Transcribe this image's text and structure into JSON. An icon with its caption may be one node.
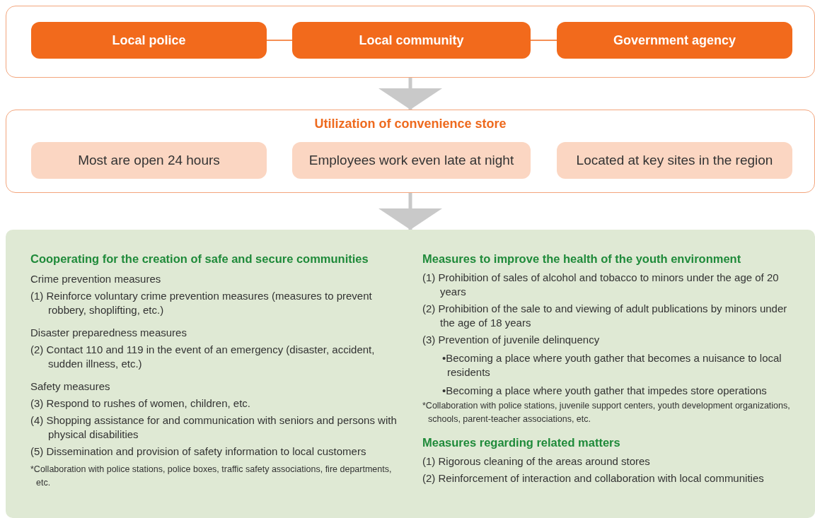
{
  "diagram": {
    "nodes": [
      {
        "text": [],
        "shape": "box"
      },
      {
        "text": [
          "Local police"
        ],
        "in": 0
      },
      {
        "text": [
          "Local community"
        ],
        "in": 0
      },
      {
        "text": [
          "Government agency"
        ],
        "in": 0
      },
      {
        "text": [
          "Utilization of convenience store"
        ]
      },
      {
        "text": [
          "Most are open 24 hours"
        ],
        "in": 4
      },
      {
        "text": [
          "Employees work even late at night"
        ],
        "in": 4
      },
      {
        "text": [
          "Located at key sites in the region"
        ],
        "in": 4
      },
      {
        "text": [
          "Cooperating for the creation of safe and secure communities",
          "Crime prevention measures",
          "(1) Reinforce voluntary crime prevention measures (measures to prevent robbery, shoplifting, etc.)",
          "Disaster preparedness measures",
          "(2) Contact 110 and 119 in the event of an emergency (disaster, accident, sudden illness, etc.)",
          "Safety measures",
          "(3) Respond to rushes of women, children, etc.",
          "(4) Shopping assistance for and communication with seniors and persons with physical disabilities",
          "(5) Dissemination and provision of safety information to local customers",
          "*Collaboration with police stations, police boxes, traffic safety associations, fire departments, etc.",
          "Measures to improve the health of the youth environment",
          "(1) Prohibition of sales of alcohol and tobacco to minors under the age of 20 years",
          "(2) Prohibition of the sale to and viewing of adult publications by minors under the age of 18 years",
          "(3) Prevention of juvenile delinquency",
          "•Becoming a place where youth gather that becomes a nuisance to local residents",
          "•Becoming a place where youth gather that impedes store operations",
          "*Collaboration with police stations, juvenile support centers, youth development organizations, schools, parent-teacher associations, etc.",
          "Measures regarding related matters",
          "(1) Rigorous cleaning of the areas around stores",
          "(2) Reinforcement of interaction and collaboration with local communities"
        ]
      }
    ],
    "edges": [
      {
        "from": 1,
        "to": 2,
        "arrow": "none",
        "color": "#f26a1c"
      },
      {
        "from": 2,
        "to": 3,
        "arrow": "none",
        "color": "#f26a1c"
      },
      {
        "from": 0,
        "to": 4,
        "arrow": "to",
        "style": "thick",
        "color": "#c9c9c9"
      },
      {
        "from": 4,
        "to": 8,
        "arrow": "to",
        "style": "thick",
        "color": "#c9c9c9"
      }
    ]
  }
}
